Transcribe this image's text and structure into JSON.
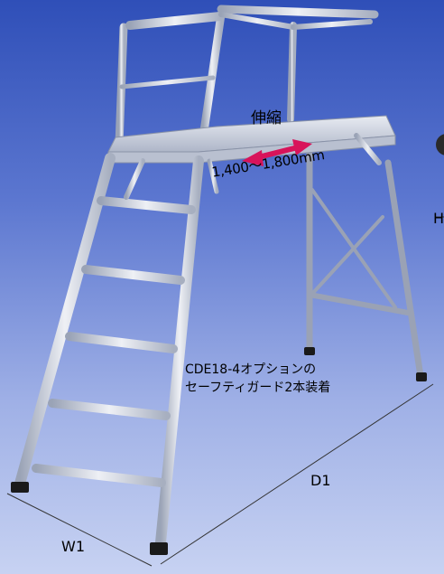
{
  "image": {
    "subject": "aluminium-work-platform",
    "background": "#4d6ac8"
  },
  "labels": {
    "extend_title": "伸縮",
    "extend_range": "1,400～1,800mm",
    "note_line1": "CDE18-4オプションの",
    "note_line2": "セーフティガード2本装着",
    "dim_d": "D1",
    "dim_w": "W1",
    "dim_h": "H"
  },
  "colors": {
    "frame": "#d9dde6",
    "frame_shadow": "#8e96a8",
    "arrow": "#d8135a",
    "foot": "#1a1a1a"
  }
}
